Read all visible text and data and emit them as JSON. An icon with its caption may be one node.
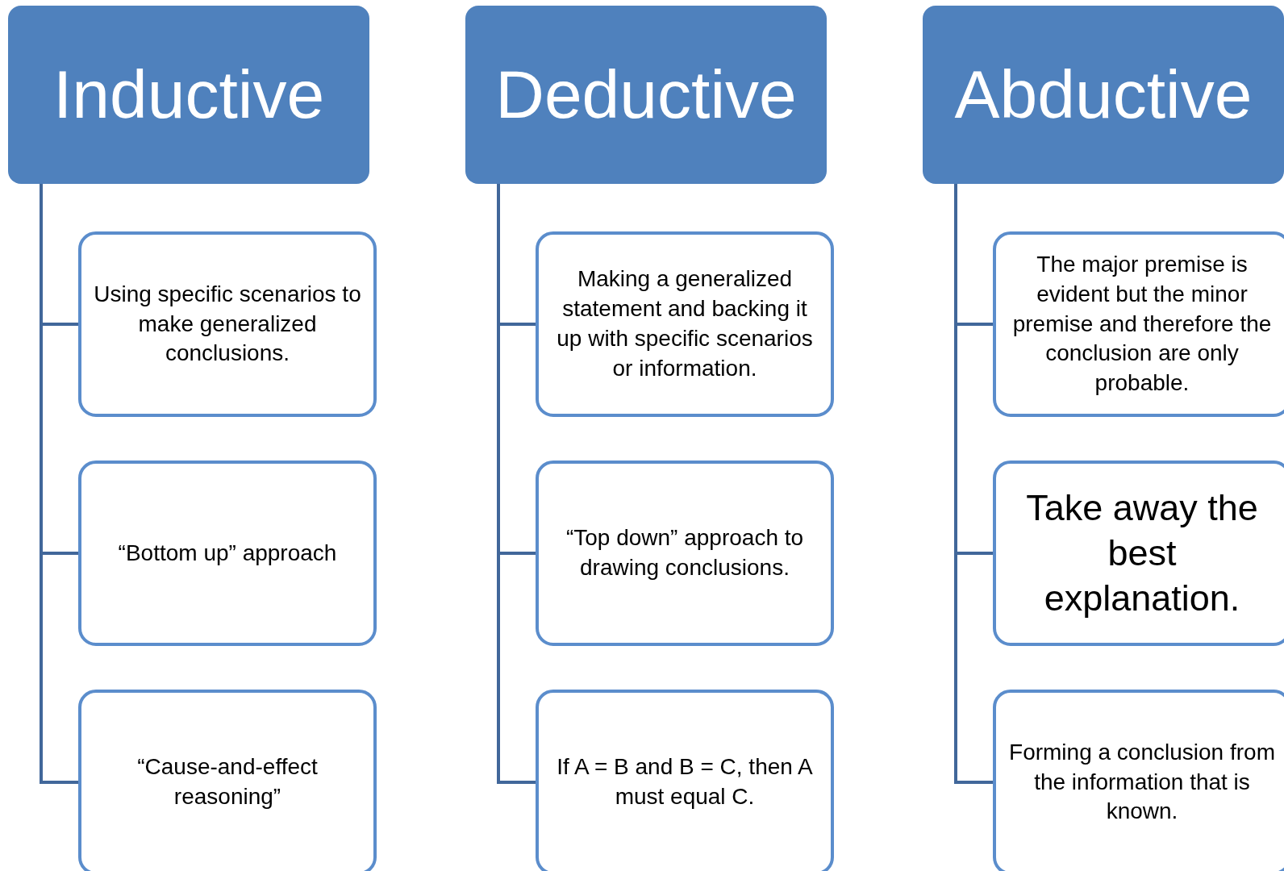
{
  "diagram": {
    "nodes": [
      {
        "text": [
          "Inductive"
        ]
      },
      {
        "text": [
          "Using specific scenarios to make generalized conclusions."
        ]
      },
      {
        "text": [
          "“Bottom up” approach"
        ]
      },
      {
        "text": [
          "“Cause-and-effect reasoning”"
        ]
      },
      {
        "text": [
          "Deductive"
        ]
      },
      {
        "text": [
          "Making a generalized statement and backing it up with specific scenarios or information."
        ]
      },
      {
        "text": [
          "“Top down” approach to drawing conclusions."
        ]
      },
      {
        "text": [
          "If A = B and B = C, then A must equal C."
        ]
      },
      {
        "text": [
          "Abductive"
        ]
      },
      {
        "text": [
          "The major premise is evident but the minor premise and therefore the conclusion are only probable."
        ]
      },
      {
        "text": [
          "Take away the best explanation."
        ]
      },
      {
        "text": [
          "Forming a conclusion from the information that is known."
        ]
      }
    ],
    "edges": [
      {
        "from": 0,
        "to": 1,
        "arrow": "none"
      },
      {
        "from": 0,
        "to": 2,
        "arrow": "none"
      },
      {
        "from": 0,
        "to": 3,
        "arrow": "none"
      },
      {
        "from": 4,
        "to": 5,
        "arrow": "none"
      },
      {
        "from": 4,
        "to": 6,
        "arrow": "none"
      },
      {
        "from": 4,
        "to": 7,
        "arrow": "none"
      },
      {
        "from": 8,
        "to": 9,
        "arrow": "none"
      },
      {
        "from": 8,
        "to": 10,
        "arrow": "none"
      },
      {
        "from": 8,
        "to": 11,
        "arrow": "none"
      }
    ]
  }
}
